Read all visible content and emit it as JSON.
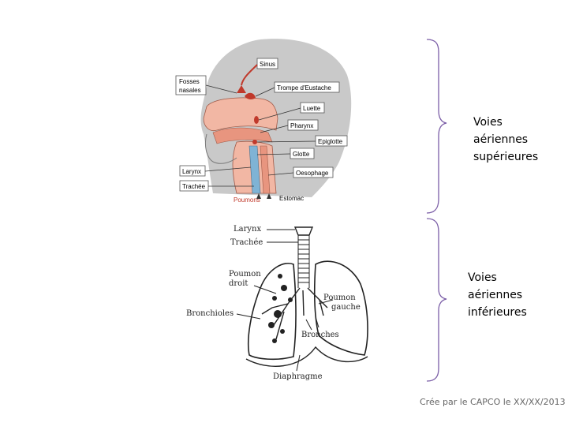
{
  "upper": {
    "labels": {
      "fosses_line1": "Fosses",
      "fosses_line2": "nasales",
      "sinus": "Sinus",
      "trompe": "Trompe d'Eustache",
      "luette": "Luette",
      "pharynx": "Pharynx",
      "epiglotte": "Epiglotte",
      "glotte": "Glotte",
      "larynx": "Larynx",
      "oesophage": "Oesophage",
      "trachee": "Trachée",
      "poumons": "Poumons",
      "estomac": "Estomac"
    }
  },
  "lower": {
    "labels": {
      "larynx": "Larynx",
      "trachee": "Trachée",
      "poumon_droit_line1": "Poumon",
      "poumon_droit_line2": "droit",
      "bronchioles": "Bronchioles",
      "poumon_gauche_line1": "Poumon",
      "poumon_gauche_line2": "gauche",
      "bronches": "Bronches",
      "diaphragme": "Diaphragme"
    }
  },
  "brackets": {
    "upper_line1": "Voies",
    "upper_line2": "aériennes",
    "upper_line3": "supérieures",
    "lower_line1": "Voies",
    "lower_line2": "aériennes",
    "lower_line3": "inférieures"
  },
  "footer": "Crée par le CAPCO le XX/XX/2013",
  "colors": {
    "head_gray": "#c9c9c9",
    "airway_pink": "#f2b7a4",
    "organ_red": "#c0392b",
    "trachea_blue": "#7fb3d5",
    "bracket_purple": "#7b5ea7"
  }
}
